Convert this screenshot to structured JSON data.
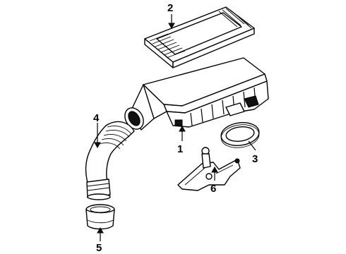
{
  "callouts": {
    "one": "1",
    "two": "2",
    "three": "3",
    "four": "4",
    "five": "5",
    "six": "6"
  }
}
